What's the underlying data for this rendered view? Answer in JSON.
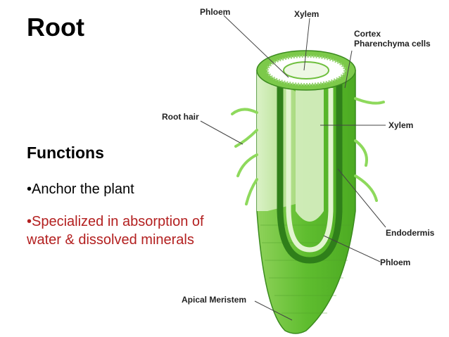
{
  "slide": {
    "title": "Root",
    "functions_heading": "Functions",
    "bullets": [
      "•Anchor the plant",
      "•Specialized in absorption of water & dissolved minerals"
    ]
  },
  "labels": {
    "phloem_top": "Phloem",
    "xylem_top": "Xylem",
    "cortex_line1": "Cortex",
    "cortex_line2": "Pharenchyma cells",
    "root_hair": "Root hair",
    "xylem_right": "Xylem",
    "endodermis": "Endodermis",
    "phloem_right": "Phloem",
    "apical_meristem": "Apical Meristem"
  },
  "colors": {
    "bullet_highlight": "#b32020",
    "root_green": "#6cc43a",
    "root_light": "#c8eab0",
    "root_dark": "#3e9a25"
  }
}
